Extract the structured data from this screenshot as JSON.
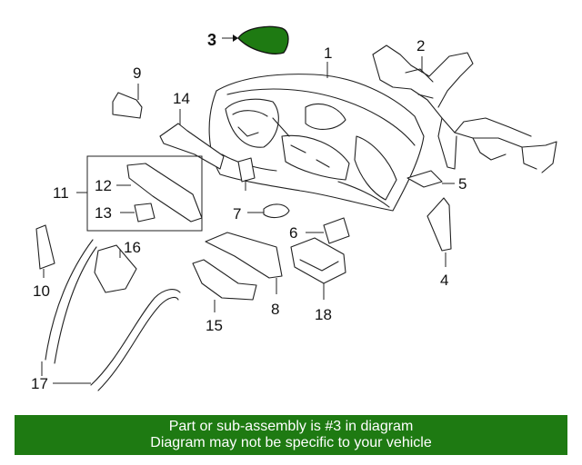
{
  "callouts": {
    "c1": "1",
    "c2": "2",
    "c3": "3",
    "c4": "4",
    "c5": "5",
    "c6": "6",
    "c7": "7",
    "c8": "8",
    "c9": "9",
    "c10": "10",
    "c11": "11",
    "c12": "12",
    "c13": "13",
    "c14": "14",
    "c15": "15",
    "c16": "16",
    "c17": "17",
    "c18": "18"
  },
  "highlight": {
    "part": "3",
    "color": "#1e7a12"
  },
  "banner": {
    "line1": "Part or sub-assembly is #3 in diagram",
    "line2": "Diagram may not be specific to your vehicle",
    "color": "#1e7a12"
  }
}
